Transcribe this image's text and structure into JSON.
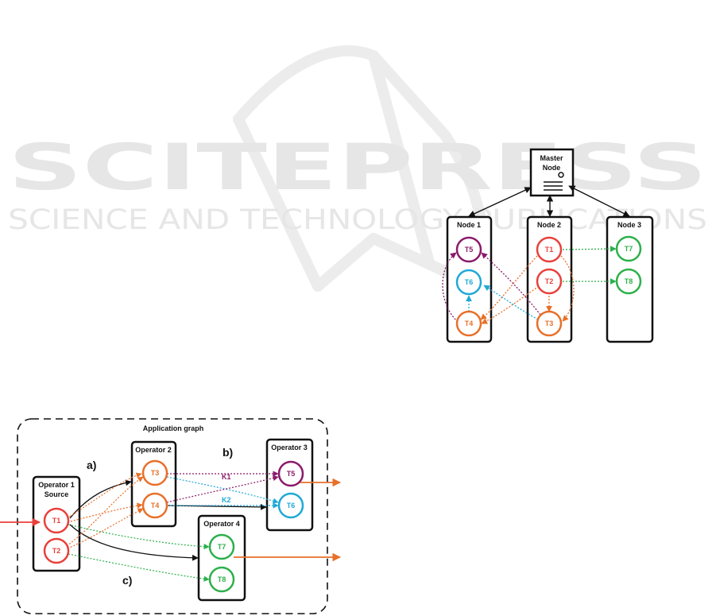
{
  "watermark": {
    "title": "SCITEPRESS",
    "subtitle": "SCIENCE AND TECHNOLOGY PUBLICATIONS"
  },
  "colors": {
    "red": "#e8413c",
    "orange": "#e8702a",
    "purple": "#8b1a6b",
    "cyan": "#1fa9d6",
    "green": "#2db04b",
    "black": "#111111"
  },
  "cluster": {
    "master_label_1": "Master",
    "master_label_2": "Node",
    "nodes": [
      "Node 1",
      "Node 2",
      "Node 3"
    ],
    "tasks": {
      "n1_t5": "T5",
      "n1_t6": "T6",
      "n1_t4": "T4",
      "n2_t1": "T1",
      "n2_t2": "T2",
      "n2_t3": "T3",
      "n3_t7": "T7",
      "n3_t8": "T8"
    }
  },
  "app": {
    "title": "Application graph",
    "label_a": "a)",
    "label_b": "b)",
    "label_c": "c)",
    "operators": {
      "op1_line1": "Operator 1",
      "op1_line2": "Source",
      "op2": "Operator 2",
      "op3": "Operator 3",
      "op4": "Operator 4"
    },
    "tasks": {
      "op1_t1": "T1",
      "op1_t2": "T2",
      "op2_t3": "T3",
      "op2_t4": "T4",
      "op3_t5": "T5",
      "op3_t6": "T6",
      "op4_t7": "T7",
      "op4_t8": "T8"
    },
    "keys": {
      "k1": "K1",
      "k2": "K2"
    }
  }
}
